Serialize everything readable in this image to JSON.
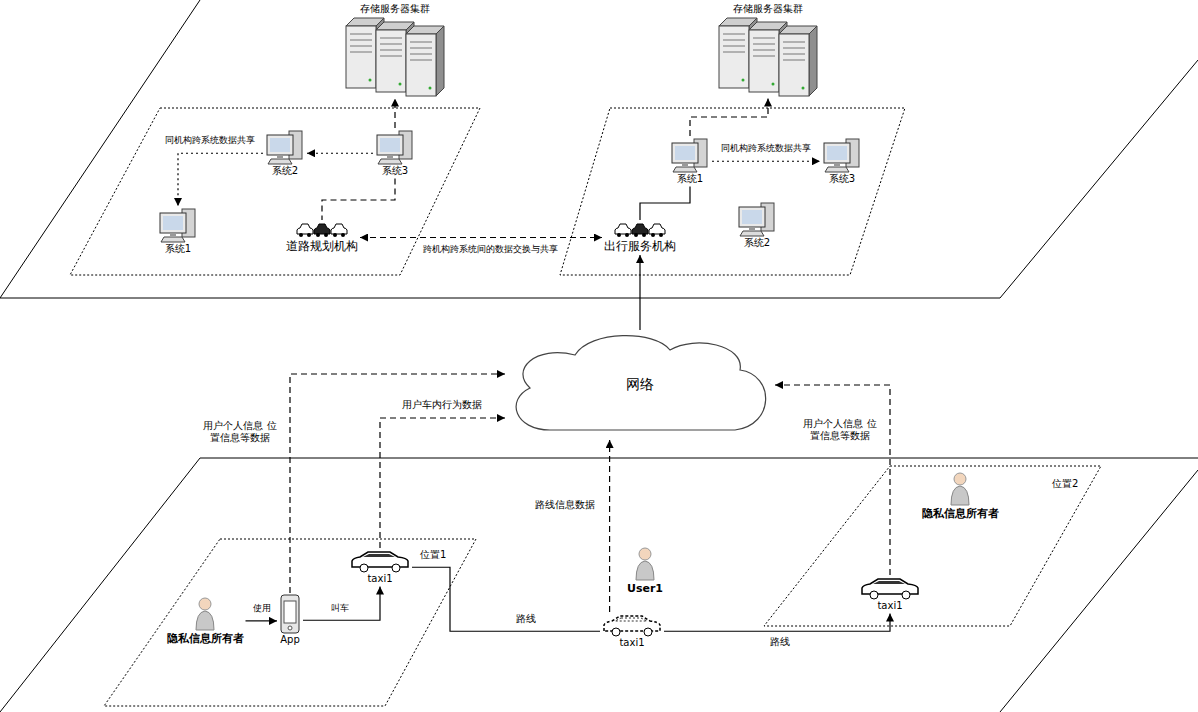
{
  "diagram": {
    "nodes": [
      {
        "text": [
          "存储服务器集群"
        ]
      },
      {
        "text": [
          "系统1"
        ]
      },
      {
        "text": [
          "系统2"
        ]
      },
      {
        "text": [
          "系统3"
        ]
      },
      {
        "text": [
          "道路规划机构"
        ]
      },
      {
        "text": [
          "存储服务器集群"
        ]
      },
      {
        "text": [
          "系统1"
        ]
      },
      {
        "text": [
          "系统2"
        ]
      },
      {
        "text": [
          "系统3"
        ]
      },
      {
        "text": [
          "出行服务机构"
        ]
      },
      {
        "text": [
          "网络"
        ]
      },
      {
        "text": [
          "位置1"
        ]
      },
      {
        "text": [
          "隐私信息所有者"
        ],
        "in": 11
      },
      {
        "text": [
          "App"
        ],
        "in": 11
      },
      {
        "text": [
          "taxi1"
        ],
        "in": 11
      },
      {
        "text": [
          "User1"
        ]
      },
      {
        "text": [
          "taxi1"
        ]
      },
      {
        "text": [
          "位置2"
        ]
      },
      {
        "text": [
          "隐私信息所有者"
        ],
        "in": 17
      },
      {
        "text": [
          "taxi1"
        ],
        "in": 17
      }
    ],
    "edges": [
      {
        "from": 3,
        "to": 0,
        "arrow": "to"
      },
      {
        "from": 3,
        "to": 2,
        "arrow": "to"
      },
      {
        "from": 2,
        "to": 1,
        "label": "同机构跨系统数据共享",
        "arrow": "to"
      },
      {
        "from": 3,
        "to": 4,
        "arrow": "none"
      },
      {
        "from": 4,
        "to": 9,
        "label": "跨机构跨系统间的数据交换与共享",
        "arrow": "both"
      },
      {
        "from": 6,
        "to": 5,
        "arrow": "to"
      },
      {
        "from": 6,
        "to": 8,
        "label": "同机构跨系统数据共享",
        "arrow": "to"
      },
      {
        "from": 6,
        "to": 9,
        "arrow": "none"
      },
      {
        "from": 10,
        "to": 9,
        "arrow": "to"
      },
      {
        "from": 12,
        "to": 13,
        "label": "使用",
        "arrow": "to"
      },
      {
        "from": 13,
        "to": 14,
        "label": "叫车",
        "arrow": "to"
      },
      {
        "from": 13,
        "to": 10,
        "label": "用户个人信息 位置信息等数据",
        "arrow": "to"
      },
      {
        "from": 14,
        "to": 10,
        "label": "用户车内行为数据",
        "arrow": "to"
      },
      {
        "from": 14,
        "to": 16,
        "label": "路线",
        "arrow": "none"
      },
      {
        "from": 16,
        "to": 19,
        "label": "路线",
        "arrow": "to"
      },
      {
        "from": 16,
        "to": 10,
        "label": "路线信息数据",
        "arrow": "to"
      },
      {
        "from": 19,
        "to": 10,
        "label": "用户个人信息 位置信息等数据",
        "arrow": "to"
      }
    ]
  }
}
